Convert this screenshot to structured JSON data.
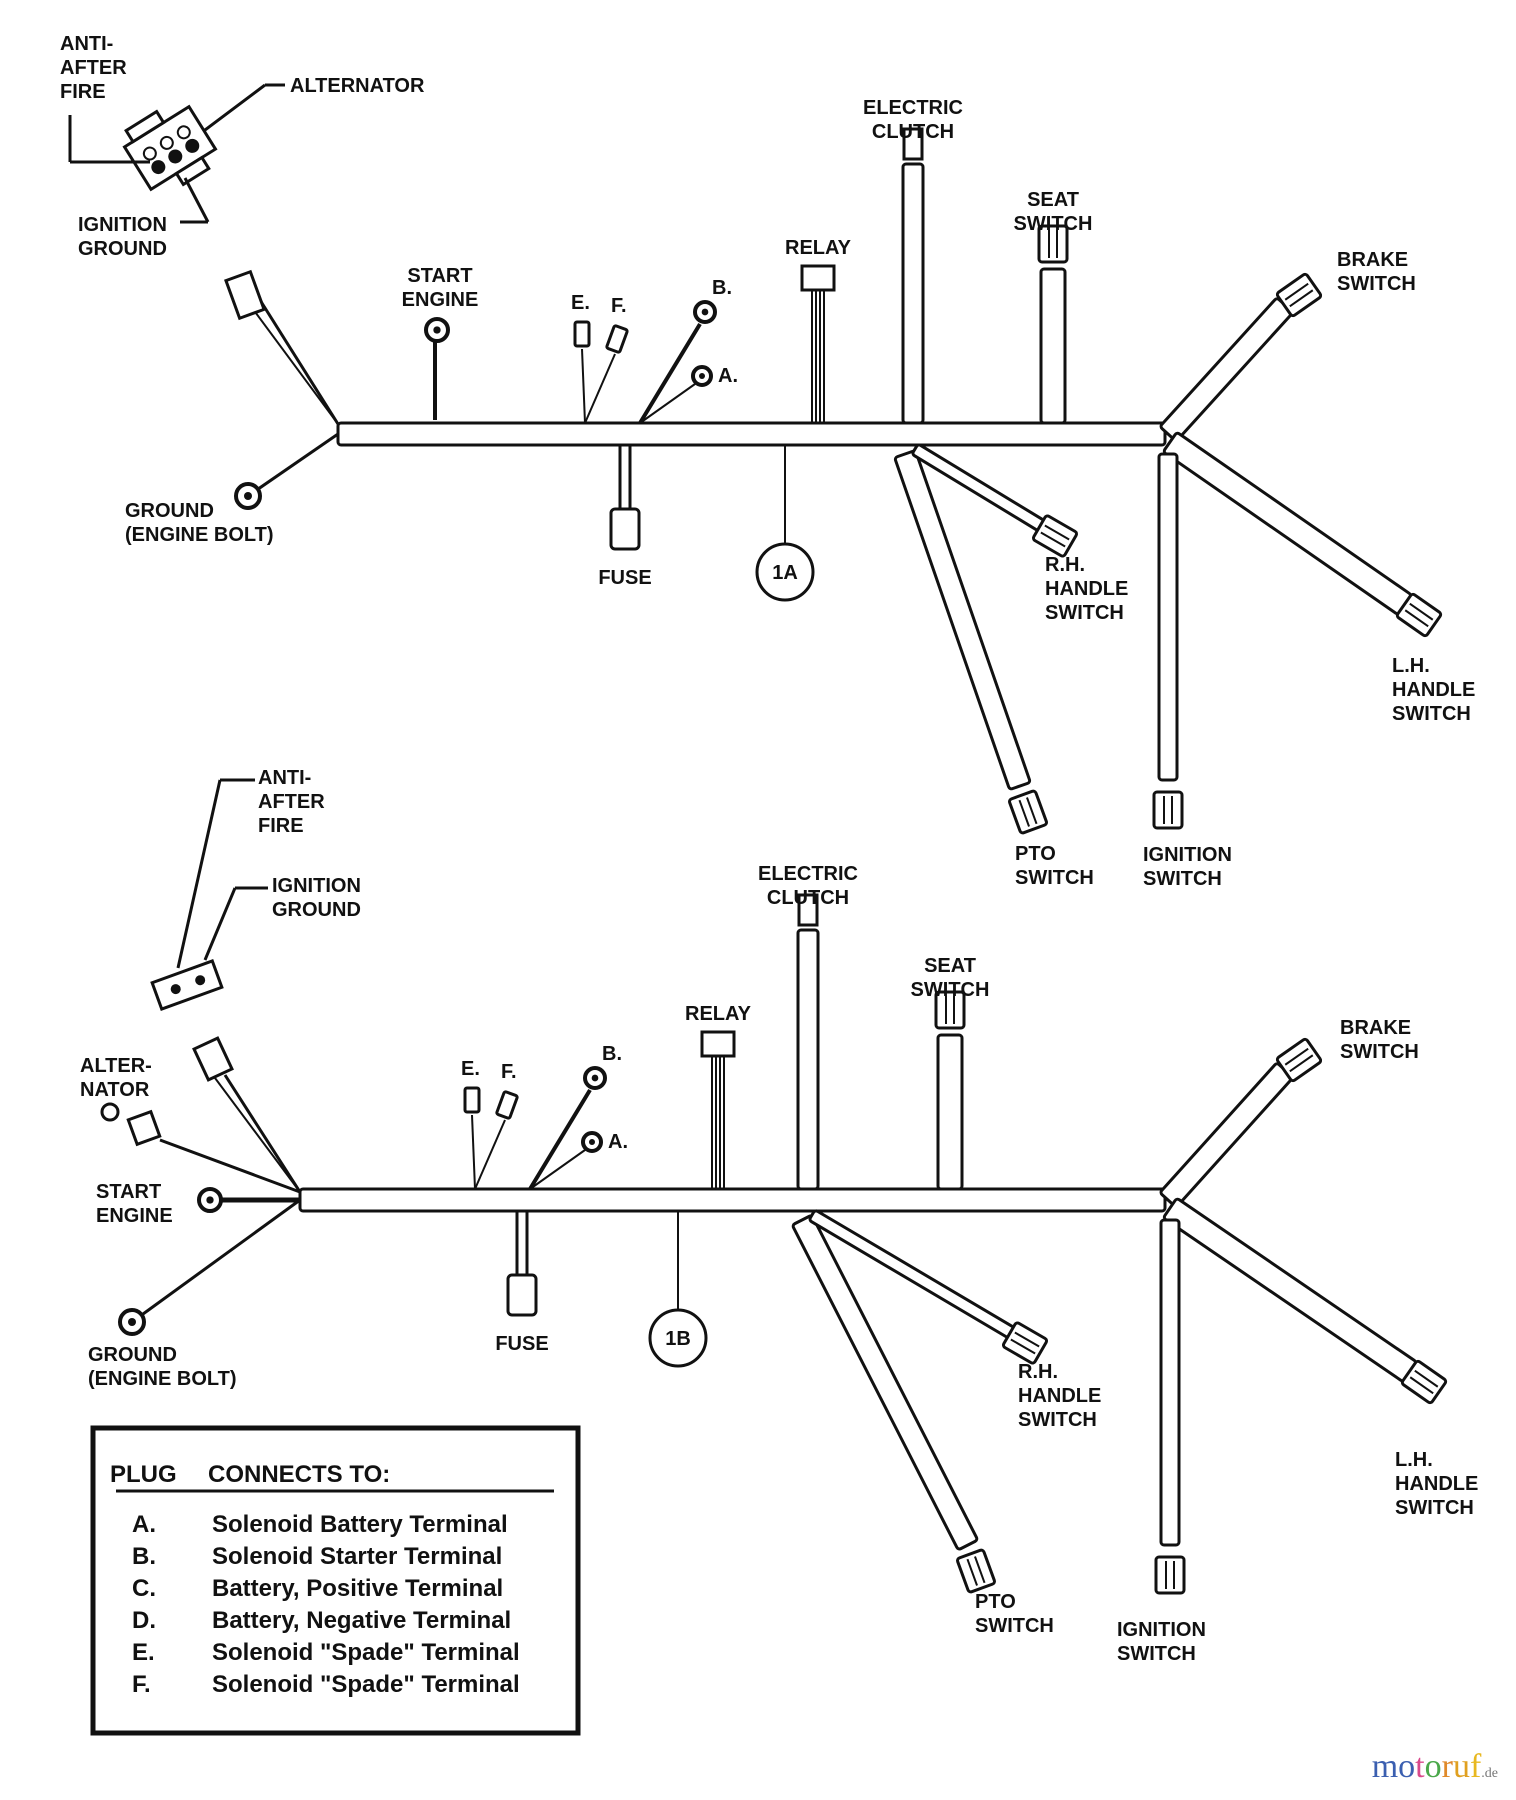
{
  "diagram_1A": {
    "callout": "1A",
    "labels": {
      "anti_after_fire": [
        "ANTI-",
        "AFTER",
        "FIRE"
      ],
      "alternator": [
        "ALTERNATOR"
      ],
      "ignition_ground": [
        "IGNITION",
        "GROUND"
      ],
      "start_engine": [
        "START",
        "ENGINE"
      ],
      "plug_e": "E.",
      "plug_f": "F.",
      "plug_b": "B.",
      "plug_a": "A.",
      "relay": [
        "RELAY"
      ],
      "electric_clutch": [
        "ELECTRIC",
        "CLUTCH"
      ],
      "seat_switch": [
        "SEAT",
        "SWITCH"
      ],
      "brake_switch": [
        "BRAKE",
        "SWITCH"
      ],
      "ground": [
        "GROUND",
        "(ENGINE BOLT)"
      ],
      "fuse": [
        "FUSE"
      ],
      "rh_handle_switch": [
        "R.H.",
        "HANDLE",
        "SWITCH"
      ],
      "lh_handle_switch": [
        "L.H.",
        "HANDLE",
        "SWITCH"
      ],
      "pto_switch": [
        "PTO",
        "SWITCH"
      ],
      "ignition_switch": [
        "IGNITION",
        "SWITCH"
      ]
    }
  },
  "diagram_1B": {
    "callout": "1B",
    "labels": {
      "anti_after_fire": [
        "ANTI-",
        "AFTER",
        "FIRE"
      ],
      "ignition_ground": [
        "IGNITION",
        "GROUND"
      ],
      "alternator": [
        "ALTER-",
        "NATOR"
      ],
      "start_engine": [
        "START",
        "ENGINE"
      ],
      "ground": [
        "GROUND",
        "(ENGINE BOLT)"
      ],
      "plug_e": "E.",
      "plug_f": "F.",
      "plug_b": "B.",
      "plug_a": "A.",
      "relay": [
        "RELAY"
      ],
      "electric_clutch": [
        "ELECTRIC",
        "CLUTCH"
      ],
      "seat_switch": [
        "SEAT",
        "SWITCH"
      ],
      "brake_switch": [
        "BRAKE",
        "SWITCH"
      ],
      "fuse": [
        "FUSE"
      ],
      "rh_handle_switch": [
        "R.H.",
        "HANDLE",
        "SWITCH"
      ],
      "lh_handle_switch": [
        "L.H.",
        "HANDLE",
        "SWITCH"
      ],
      "pto_switch": [
        "PTO",
        "SWITCH"
      ],
      "ignition_switch": [
        "IGNITION",
        "SWITCH"
      ]
    }
  },
  "legend": {
    "header_plug": "PLUG",
    "header_connects": "CONNECTS TO:",
    "rows": [
      {
        "plug": "A.",
        "connects_to": "Solenoid Battery Terminal"
      },
      {
        "plug": "B.",
        "connects_to": "Solenoid Starter Terminal"
      },
      {
        "plug": "C.",
        "connects_to": "Battery, Positive Terminal"
      },
      {
        "plug": "D.",
        "connects_to": "Battery, Negative Terminal"
      },
      {
        "plug": "E.",
        "connects_to": "Solenoid \"Spade\" Terminal"
      },
      {
        "plug": "F.",
        "connects_to": "Solenoid \"Spade\" Terminal"
      }
    ]
  },
  "watermark": {
    "letters": [
      "m",
      "o",
      "t",
      "o",
      "r",
      "u",
      "f"
    ],
    "colors": [
      "#3b5fb0",
      "#3b5fb0",
      "#d94a8c",
      "#4aa84a",
      "#e08a2a",
      "#e0a020",
      "#e8b820"
    ],
    "suffix": ".de"
  }
}
